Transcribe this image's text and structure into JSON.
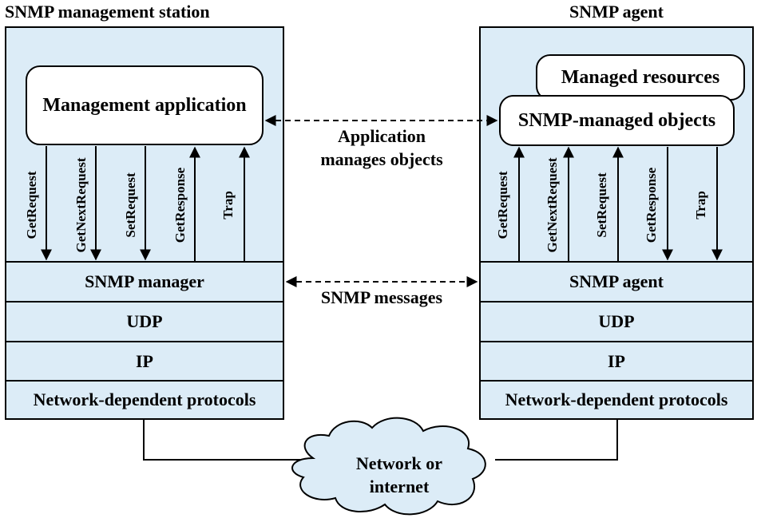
{
  "manager_station": {
    "title": "SNMP management station",
    "application": "Management application",
    "layers": [
      "SNMP manager",
      "UDP",
      "IP",
      "Network-dependent protocols"
    ],
    "messages": [
      "GetRequest",
      "GetNextRequest",
      "SetRequest",
      "GetResponse",
      "Trap"
    ]
  },
  "agent_station": {
    "title": "SNMP agent",
    "resources": "Managed resources",
    "objects": "SNMP-managed objects",
    "layers": [
      "SNMP agent",
      "UDP",
      "IP",
      "Network-dependent protocols"
    ],
    "messages": [
      "GetRequest",
      "GetNextRequest",
      "SetRequest",
      "GetResponse",
      "Trap"
    ]
  },
  "links": {
    "application_label_1": "Application",
    "application_label_2": "manages objects",
    "messages_label": "SNMP messages"
  },
  "network": {
    "label_1": "Network or",
    "label_2": "internet"
  }
}
